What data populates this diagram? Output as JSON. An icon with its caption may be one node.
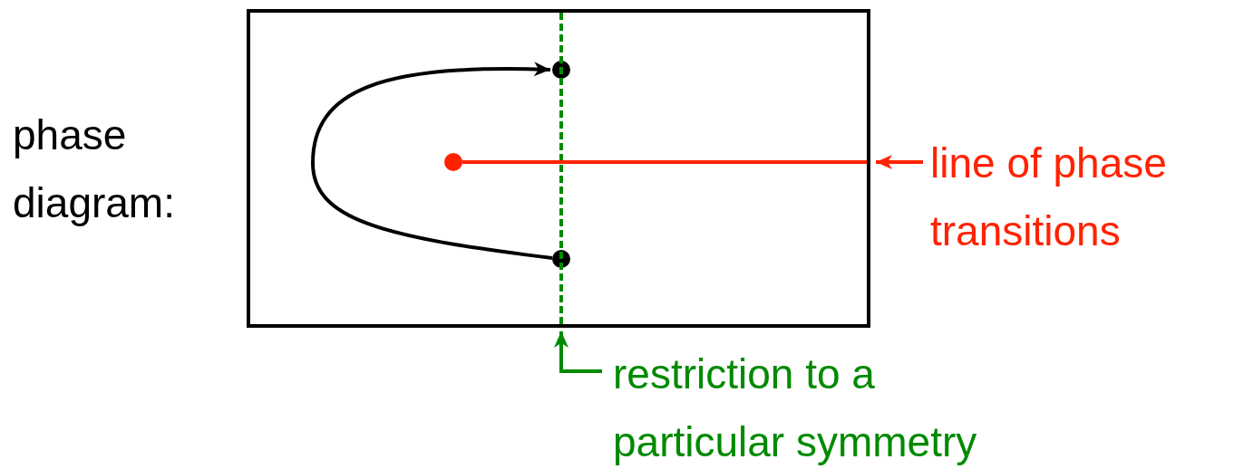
{
  "diagram": {
    "nodes": [
      {
        "text": [
          "phase diagram:"
        ]
      },
      {
        "text": [],
        "shape": "circle",
        "in": 0
      },
      {
        "text": [],
        "shape": "circle",
        "in": 0
      },
      {
        "text": [],
        "shape": "circle",
        "in": 0
      },
      {
        "text": [
          "line of phase transitions"
        ]
      },
      {
        "text": [
          "restriction to a particular symmetry"
        ]
      },
      {
        "text": [],
        "shape": "line",
        "in": 0
      },
      {
        "text": [],
        "shape": "line",
        "in": 0
      }
    ],
    "edges": [
      {
        "from": 2,
        "to": 1,
        "arrow": "to"
      },
      {
        "from": 4,
        "to": 6,
        "arrow": "to",
        "color": "#ff2200"
      },
      {
        "from": 5,
        "to": 7,
        "arrow": "to",
        "color": "#008a00"
      }
    ]
  }
}
